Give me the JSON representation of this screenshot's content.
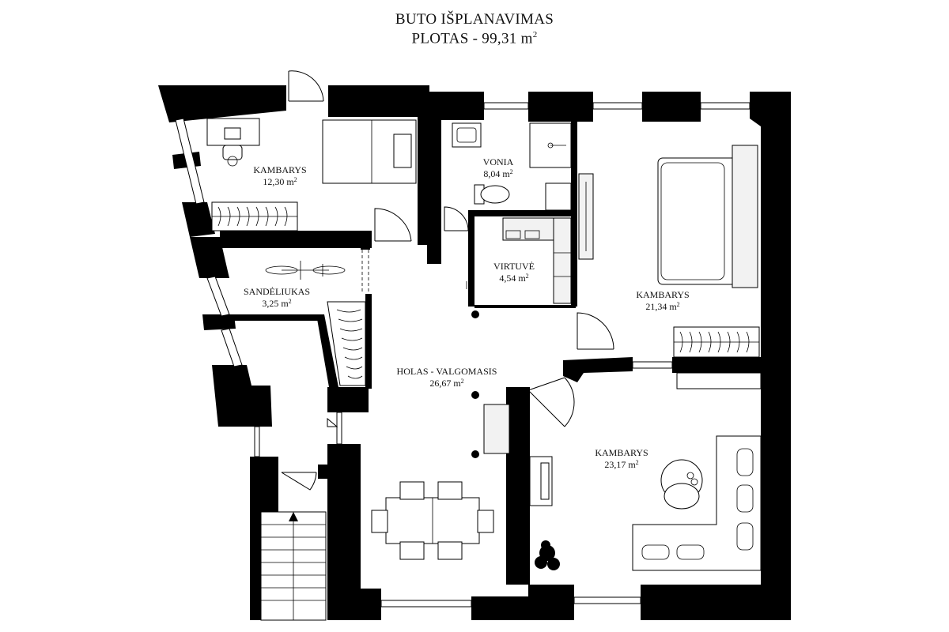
{
  "header": {
    "title": "BUTO IŠPLANAVIMAS",
    "area_prefix": "PLOTAS - 99,31 m",
    "area_sup": "2"
  },
  "rooms": [
    {
      "name": "KAMBARYS",
      "area": "12,30 m",
      "sup": "2"
    },
    {
      "name": "VONIA",
      "area": "8,04 m",
      "sup": "2"
    },
    {
      "name": "VIRTUVĖ",
      "area": "4,54 m",
      "sup": "2"
    },
    {
      "name": "SANDĖLIUKAS",
      "area": "3,25 m",
      "sup": "2"
    },
    {
      "name": "HOLAS - VALGOMASIS",
      "area": "26,67 m",
      "sup": "2"
    },
    {
      "name": "KAMBARYS",
      "area": "21,34 m",
      "sup": "2"
    },
    {
      "name": "KAMBARYS",
      "area": "23,17 m",
      "sup": "2"
    }
  ],
  "icons": [
    "stair-up-arrow-icon",
    "bicycle-icon",
    "plant-icon",
    "sink-icon",
    "toilet-icon",
    "shower-icon"
  ]
}
